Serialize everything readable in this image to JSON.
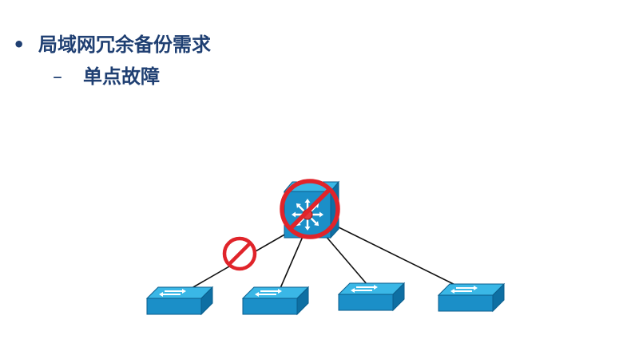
{
  "slide": {
    "bullet_marker": "•",
    "title": "局域网冗余备份需求",
    "sub_marker": "–",
    "subtitle": "单点故障"
  },
  "diagram": {
    "nodes": [
      {
        "id": "core-switch",
        "type": "multilayer-switch"
      },
      {
        "id": "access-switch-1",
        "type": "switch"
      },
      {
        "id": "access-switch-2",
        "type": "switch"
      },
      {
        "id": "access-switch-3",
        "type": "switch"
      },
      {
        "id": "access-switch-4",
        "type": "switch"
      }
    ],
    "links": [
      {
        "from": "core-switch",
        "to": "access-switch-1",
        "failed": true
      },
      {
        "from": "core-switch",
        "to": "access-switch-2",
        "failed": false
      },
      {
        "from": "core-switch",
        "to": "access-switch-3",
        "failed": false
      },
      {
        "from": "core-switch",
        "to": "access-switch-4",
        "failed": false
      }
    ],
    "colors": {
      "switch_top": "#3ab7e6",
      "switch_front": "#1b8fc8",
      "switch_side": "#0e6fa3",
      "prohibit": "#e0242a"
    }
  }
}
